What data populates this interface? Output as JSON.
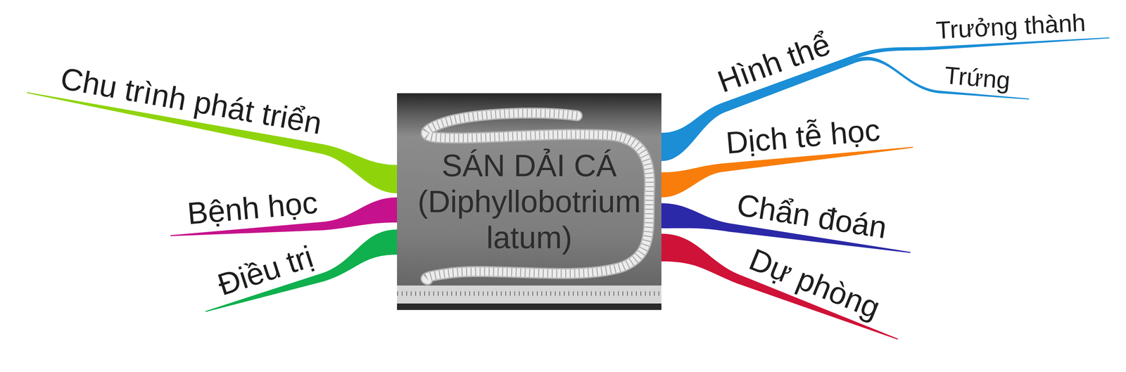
{
  "diagram": {
    "nodes": [
      {
        "text": [
          "SÁN DẢI CÁ",
          "(Diphyllobotrium latum)"
        ]
      },
      {
        "text": [
          "Hình thể"
        ]
      },
      {
        "text": [
          "Trưởng thành"
        ]
      },
      {
        "text": [
          "Trứng"
        ]
      },
      {
        "text": [
          "Dịch tễ học"
        ]
      },
      {
        "text": [
          "Chẩn đoán"
        ]
      },
      {
        "text": [
          "Dự phòng"
        ]
      },
      {
        "text": [
          "Chu trình phát triển"
        ]
      },
      {
        "text": [
          "Bệnh học"
        ]
      },
      {
        "text": [
          "Điều trị"
        ]
      }
    ],
    "edges": [
      {
        "from": 0,
        "to": 1,
        "arrow": "none"
      },
      {
        "from": 1,
        "to": 2,
        "arrow": "none"
      },
      {
        "from": 1,
        "to": 3,
        "arrow": "none"
      },
      {
        "from": 0,
        "to": 4,
        "arrow": "none"
      },
      {
        "from": 0,
        "to": 5,
        "arrow": "none"
      },
      {
        "from": 0,
        "to": 6,
        "arrow": "none"
      },
      {
        "from": 0,
        "to": 7,
        "arrow": "none"
      },
      {
        "from": 0,
        "to": 8,
        "arrow": "none"
      },
      {
        "from": 0,
        "to": 9,
        "arrow": "none"
      }
    ]
  }
}
